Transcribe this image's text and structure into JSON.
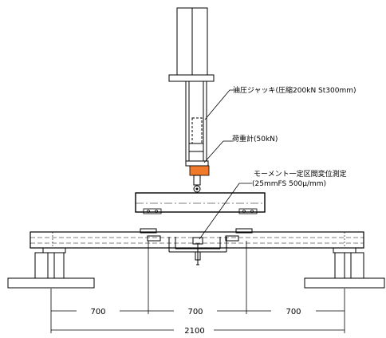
{
  "labels": {
    "jack": "油圧ジャッキ(圧縮200kN St300mm)",
    "load_cell": "荷重計(50kN)",
    "measure_line1": "モーメント一定区間変位測定",
    "measure_line2": "(25mmFS 500μ/mm)"
  },
  "dimensions": {
    "span1": "700",
    "span2": "700",
    "span3": "700",
    "total": "2100"
  },
  "colors": {
    "load_cell": "#f07a2a",
    "line": "#000000"
  }
}
